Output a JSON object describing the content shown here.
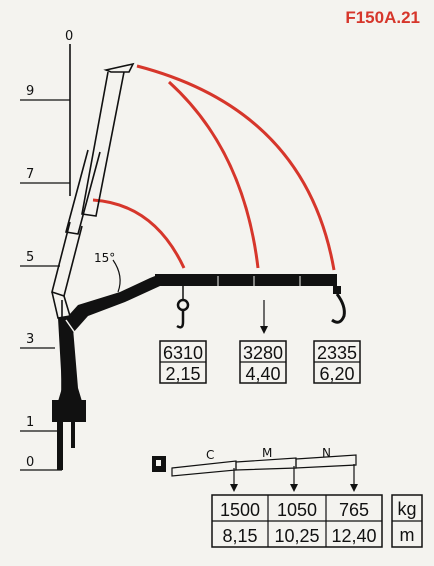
{
  "title": "F150A.21",
  "scale_labels": [
    "0",
    "9",
    "7",
    "5",
    "3",
    "1",
    "0"
  ],
  "angle_label": "15°",
  "upper_loads": [
    {
      "kg": "6310",
      "m": "2,15"
    },
    {
      "kg": "3280",
      "m": "4,40"
    },
    {
      "kg": "2335",
      "m": "6,20"
    }
  ],
  "extension_labels": [
    "C",
    "M",
    "N"
  ],
  "lower_loads": [
    {
      "kg": "1500",
      "m": "8,15"
    },
    {
      "kg": "1050",
      "m": "10,25"
    },
    {
      "kg": "765",
      "m": "12,40"
    }
  ],
  "units": {
    "kg": "kg",
    "m": "m"
  },
  "colors": {
    "envelope": "#d6362b",
    "boom": "#111111",
    "title": "#d6362b"
  }
}
